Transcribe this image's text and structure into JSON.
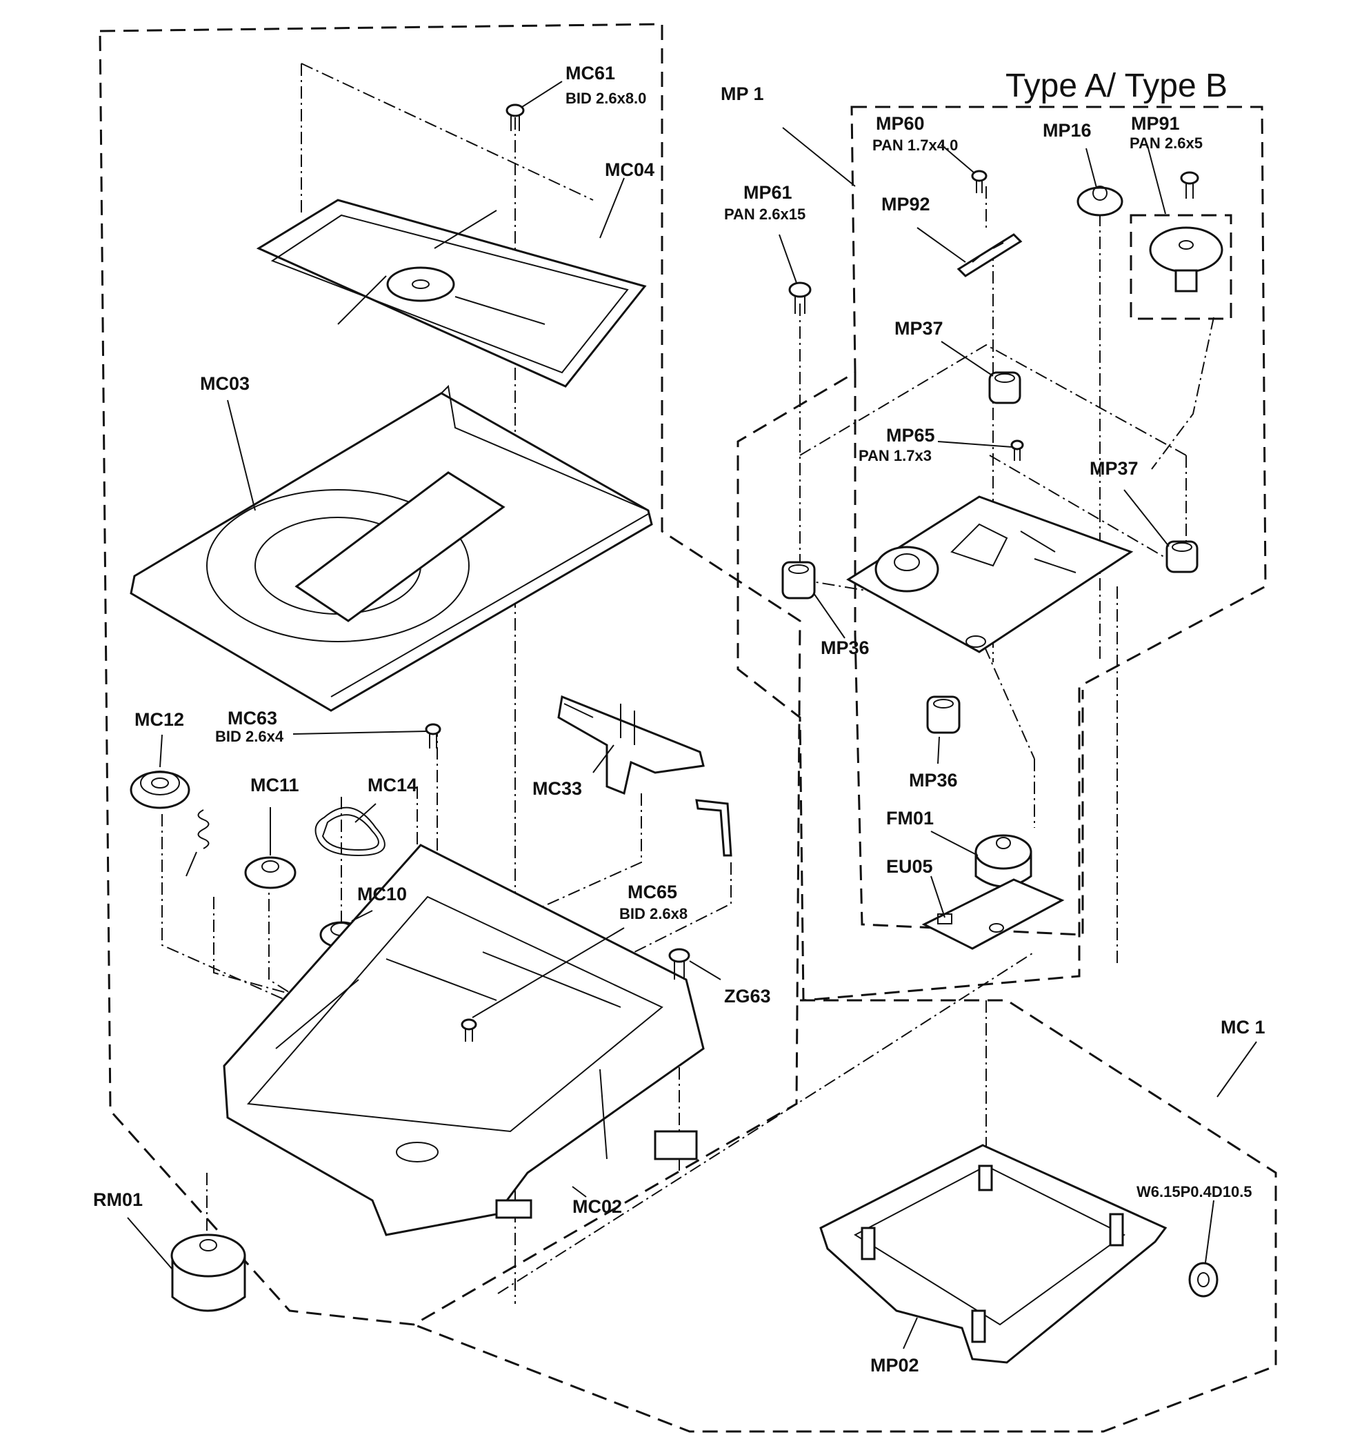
{
  "title": "Type A/ Type B",
  "labels": {
    "mc61": "MC61",
    "mc61_spec": "BID 2.6x8.0",
    "mc04": "MC04",
    "mc03": "MC03",
    "mc12": "MC12",
    "mc63": "MC63",
    "mc63_spec": "BID 2.6x4",
    "mc11": "MC11",
    "mc14": "MC14",
    "mc10": "MC10",
    "mc33": "MC33",
    "mc65": "MC65",
    "mc65_spec": "BID 2.6x8",
    "zg63": "ZG63",
    "mc02": "MC02",
    "rm01": "RM01",
    "mp1": "MP  1",
    "mp60": "MP60",
    "mp60_spec": "PAN 1.7x4.0",
    "mp16": "MP16",
    "mp91": "MP91",
    "mp91_spec": "PAN 2.6x5",
    "mp61": "MP61",
    "mp61_spec": "PAN 2.6x15",
    "mp92": "MP92",
    "mp37_top": "MP37",
    "mp65": "MP65",
    "mp65_spec": "PAN 1.7x3",
    "mp37_right": "MP37",
    "mp36_left": "MP36",
    "mp36_bottom": "MP36",
    "fm01": "FM01",
    "eu05": "EU05",
    "mc1": "MC  1",
    "washer": "W6.15P0.4D10.5",
    "mp02": "MP02"
  }
}
